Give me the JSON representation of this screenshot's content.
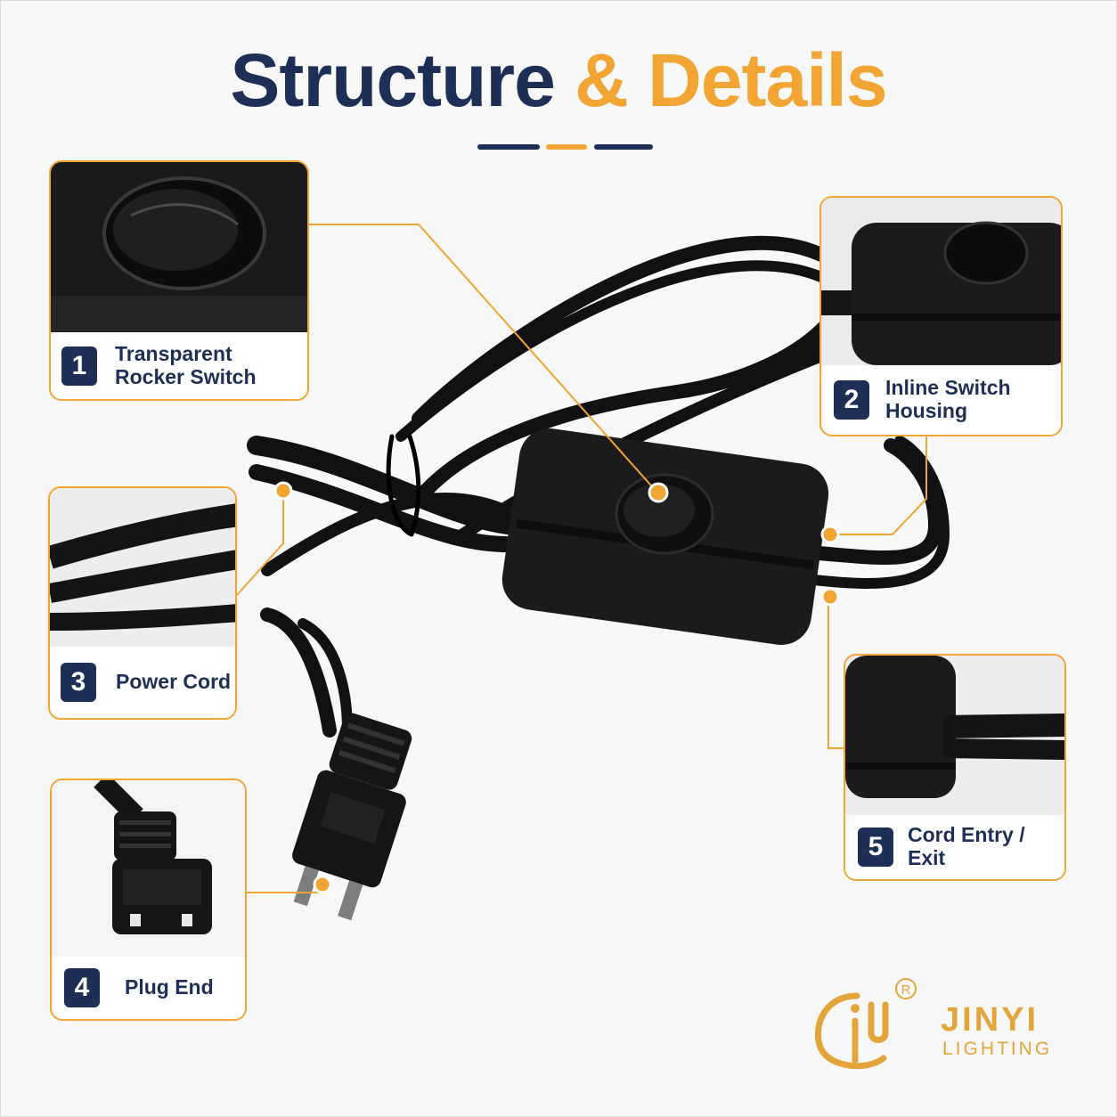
{
  "header": {
    "title_part1": "Structure",
    "title_part2": "& Details"
  },
  "colors": {
    "navy": "#1d2f57",
    "accent": "#f3a533",
    "cord": "#121212"
  },
  "callouts": [
    {
      "number": "1",
      "label": "Transparent\nRocker Switch",
      "icon": "rocker-switch-closeup"
    },
    {
      "number": "2",
      "label": "Inline Switch\nHousing",
      "icon": "switch-housing-closeup"
    },
    {
      "number": "3",
      "label": "Power Cord",
      "icon": "power-cord-closeup"
    },
    {
      "number": "4",
      "label": "Plug End",
      "icon": "plug-closeup"
    },
    {
      "number": "5",
      "label": "Cord Entry / Exit",
      "icon": "cord-entry-closeup"
    }
  ],
  "brand": {
    "name": "JINYI",
    "sub": "LIGHTING",
    "registered_mark": "R"
  }
}
